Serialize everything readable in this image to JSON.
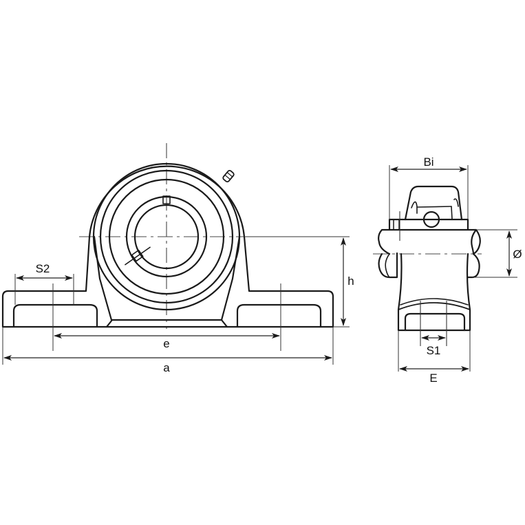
{
  "drawing": {
    "title": "Pillow block bearing unit dimension drawing",
    "line_color": "#1a1a1a",
    "background": "#ffffff",
    "front_view": {
      "labels": {
        "s2": "S2",
        "e": "e",
        "a": "a",
        "h": "h"
      }
    },
    "side_view": {
      "labels": {
        "bi": "Bi",
        "diameter": "Ø",
        "s1": "S1",
        "E": "E"
      }
    }
  }
}
